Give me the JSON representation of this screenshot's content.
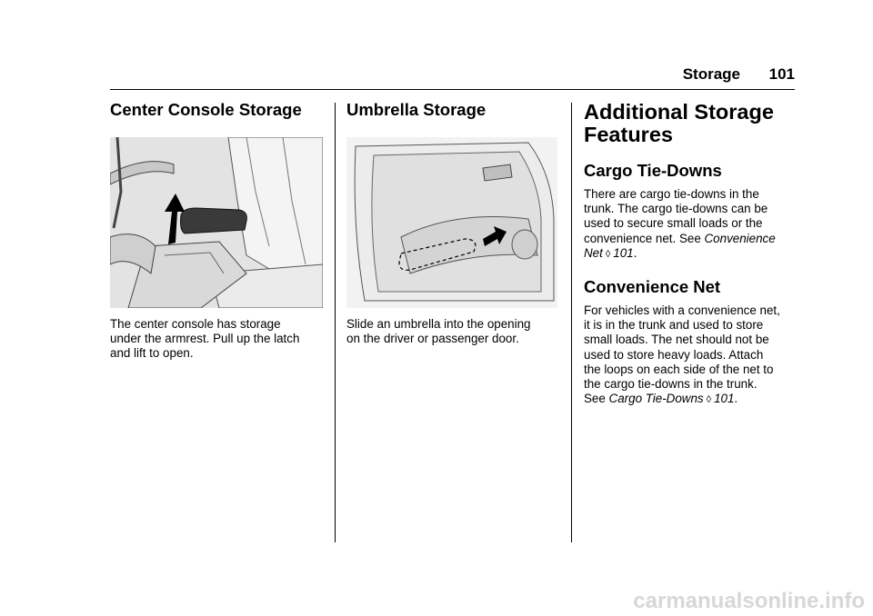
{
  "header": {
    "section": "Storage",
    "page_number": "101"
  },
  "col1": {
    "title": "Center Console Storage",
    "figure_icon": "console-armrest-illustration",
    "lines": [
      "The center console has storage",
      "under the armrest. Pull up the latch",
      "and lift to open."
    ]
  },
  "col2": {
    "title": "Umbrella Storage",
    "figure_icon": "door-umbrella-illustration",
    "lines": [
      "Slide an umbrella into the opening",
      "on the driver or passenger door."
    ]
  },
  "col3": {
    "title_line1": "Additional Storage",
    "title_line2": "Features",
    "tie_downs": {
      "title": "Cargo Tie-Downs",
      "lines": [
        "There are cargo tie-downs in the",
        "trunk. The cargo tie-downs can be",
        "used to secure small loads or the"
      ],
      "last_prefix": "convenience net. See ",
      "ref_part1": "Convenience",
      "ref_part2": "Net",
      "xref_icon": "page-ref-icon",
      "page": "101",
      "end": "."
    },
    "conv_net": {
      "title": "Convenience Net",
      "lines": [
        "For vehicles with a convenience net,",
        "it is in the trunk and used to store",
        "small loads. The net should not be",
        "used to store heavy loads. Attach",
        "the loops on each side of the net to",
        "the cargo tie-downs in the trunk."
      ],
      "see": "See ",
      "ref": "Cargo Tie-Downs",
      "xref_icon": "page-ref-icon",
      "page": "101",
      "end": "."
    }
  },
  "watermark": "carmanualsonline.info"
}
